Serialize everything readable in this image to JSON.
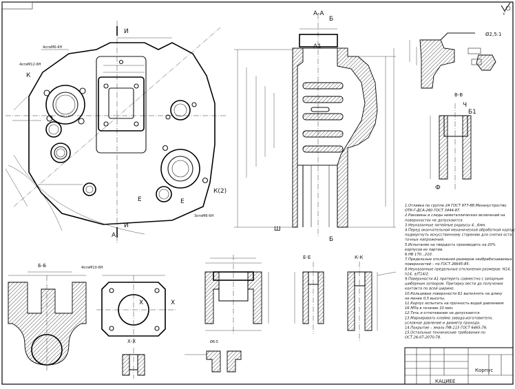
{
  "sheet": {
    "section_aa": "А-А",
    "section_bb": "Б-Б",
    "section_vv": "В-В",
    "section_hh": "Х-Х",
    "section_ee": "Е-Е",
    "section_kk": "К-К",
    "view_k": "К(2)",
    "label_a1": "А1",
    "label_b1": "Б1",
    "cut_a": "А",
    "cut_b": "Б",
    "cut_i": "И",
    "cut_k": "К",
    "cut_e": "Е",
    "cut_x": "Х",
    "cut_sh": "Ш",
    "cut_f": "Ф",
    "cut_ch": "Ч",
    "thread_1": "4отвМ6-6Н",
    "thread_2": "4отвМ12-6Н",
    "thread_3": "3отвМ6-6Н",
    "thread_4": "4отвМ10-6Н",
    "dim_scale": "Ø2,5:1",
    "dim_gost": "Ø6:5",
    "title_block_doc": "КАЦИЕЕ",
    "title_block_name": "Корпус",
    "roughness_mark": "√"
  },
  "notes": [
    "1.Отливка по группе 2А ГОСТ 977-88.Механустроство",
    "ОТК-Г-ДСА-260 ГОСТ 3444-87.",
    "2.Раковины и следы неметаллических включений на",
    "поверхностях не допускаются.",
    "3.Неуказанные литейные радиусы 4...6мм.",
    "4.Перед окончательной механической обработкой корпус",
    "подвергнуть искусственному старению для снятия оста-",
    "точных напряжений.",
    "5.Испытание на твердость производить на 20%",
    "корпусов из партии.",
    "6.НВ 170...210.",
    "7.Предельные отклонения размеров необрабатываемых",
    "поверхностей – по ГОСТ 26645-85.",
    "8.Неуказанные предельные отклонения размеров: Н14,",
    "h14, ±IT14/2.",
    "9.Поверхности А1 притереть совместно с запорным",
    "шиберным затвором. Притирку вести до получения",
    "контакта по всей ширине.",
    "10.Кольцевые поверхности Б1 выполнять на длину",
    "не менее 0,5 высоты.",
    "11.Корпус испытать на прочность водой давлением",
    "16 МПа в течение 10 мин.",
    "12.Течь и отпотевание не допускаются.",
    "13.Маркировать клеймо завода-изготовителя,",
    "условное давление и диаметр прохода.",
    "14.Покрытие – эмаль ПФ-115 ГОСТ 6465-76.",
    "15.Остальные технические требования по",
    "ОСТ 26-07-2070-78."
  ]
}
